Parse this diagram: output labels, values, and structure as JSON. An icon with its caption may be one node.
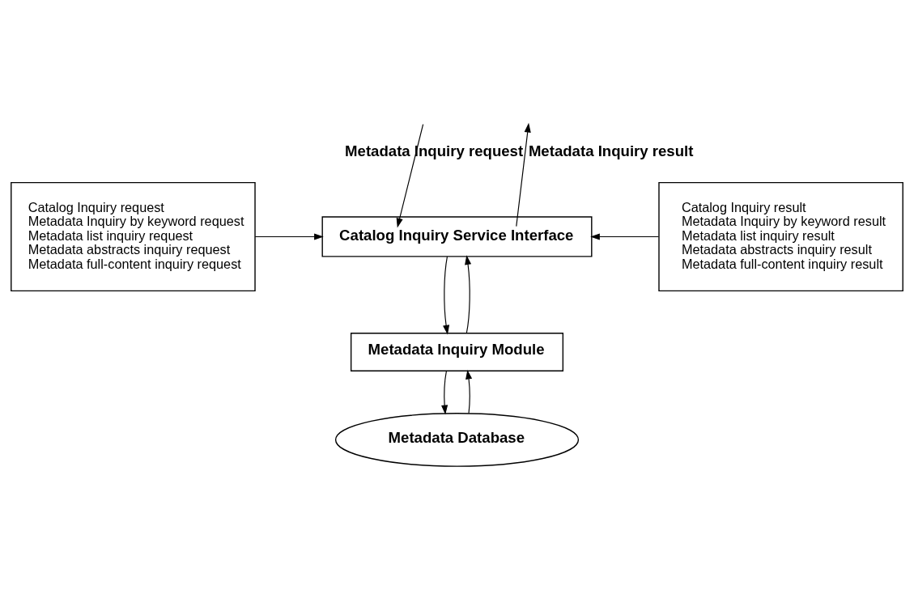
{
  "diagram": {
    "nodes": [
      {
        "text": [
          "Catalog Inquiry request",
          "Metadata Inquiry by keyword request",
          "Metadata list inquiry request",
          "Metadata abstracts inquiry request",
          "Metadata full-content inquiry request"
        ]
      },
      {
        "text": [
          "Catalog Inquiry Service Interface"
        ]
      },
      {
        "text": [
          "Catalog Inquiry result",
          "Metadata Inquiry by keyword result",
          "Metadata list inquiry result",
          "Metadata abstracts inquiry result",
          "Metadata full-content inquiry result"
        ]
      },
      {
        "text": [
          "Metadata Inquiry Module"
        ]
      },
      {
        "text": [
          "Metadata Database"
        ]
      }
    ],
    "edges": [
      {
        "from": null,
        "to": 1,
        "arrow": "to",
        "label": "Metadata Inquiry request"
      },
      {
        "from": 1,
        "to": null,
        "arrow": "to",
        "label": "Metadata Inquiry result"
      },
      {
        "from": 0,
        "to": 1,
        "arrow": "to"
      },
      {
        "from": 2,
        "to": 1,
        "arrow": "to"
      },
      {
        "from": 1,
        "to": 3,
        "arrow": "to"
      },
      {
        "from": 3,
        "to": 1,
        "arrow": "to"
      },
      {
        "from": 3,
        "to": 4,
        "arrow": "to"
      },
      {
        "from": 4,
        "to": 3,
        "arrow": "to"
      }
    ]
  }
}
